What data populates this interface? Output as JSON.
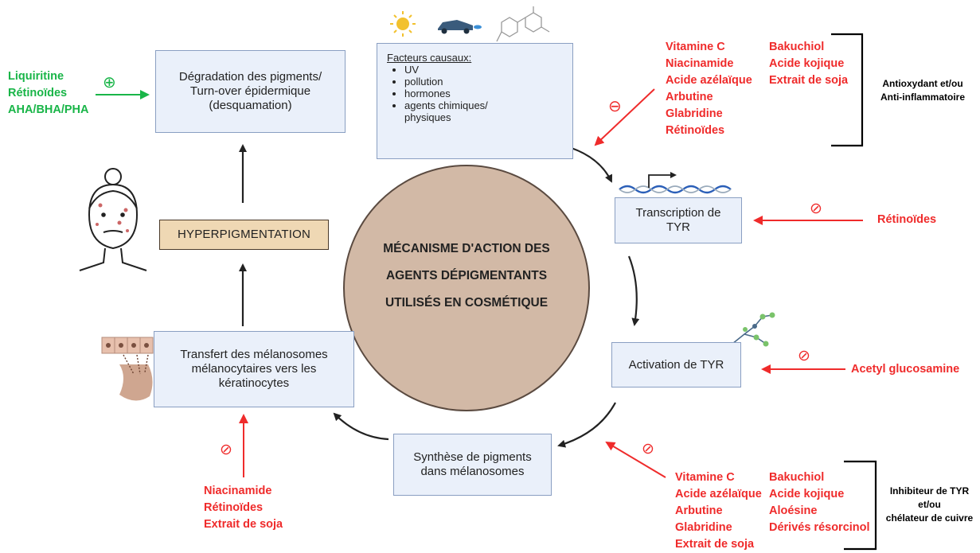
{
  "center": {
    "line1": "MÉCANISME D'ACTION DES",
    "line2": "AGENTS DÉPIGMENTANTS",
    "line3": "UTILISÉS EN COSMÉTIQUE"
  },
  "boxes": {
    "degradation": [
      "Dégradation des pigments/",
      "Turn-over épidermique",
      "(desquamation)"
    ],
    "hyperpigmentation": "HYPERPIGMENTATION",
    "transfert": [
      "Transfert des mélanosomes",
      "mélanocytaires vers les",
      "kératinocytes"
    ],
    "synthese": [
      "Synthèse de pigments",
      "dans mélanosomes"
    ],
    "activation": "Activation de TYR",
    "transcription": [
      "Transcription de",
      "TYR"
    ]
  },
  "facteurs": {
    "title": "Facteurs causaux:",
    "items": [
      "UV",
      "pollution",
      "hormones",
      "agents chimiques/",
      "physiques"
    ]
  },
  "top_right_agents": {
    "col1": [
      "Vitamine C",
      "Niacinamide",
      "Acide azélaïque",
      "Arbutine",
      "Glabridine",
      "Rétinoïdes"
    ],
    "col2": [
      "Bakuchiol",
      "Acide kojique",
      "Extrait de soja"
    ]
  },
  "category_top": [
    "Antioxydant et/ou",
    "Anti-inflammatoire"
  ],
  "transcription_agent": "Rétinoïdes",
  "activation_agent": "Acetyl glucosamine",
  "bottom_right_agents": {
    "col1": [
      "Vitamine C",
      "Acide azélaïque",
      "Arbutine",
      "Glabridine",
      "Extrait de soja"
    ],
    "col2": [
      "Bakuchiol",
      "Acide kojique",
      "Aloésine",
      "Dérivés résorcinol"
    ]
  },
  "category_bottom": [
    "Inhibiteur de TYR",
    "et/ou",
    "chélateur de cuivre"
  ],
  "bottom_left_agents": [
    "Niacinamide",
    "Rétinoïdes",
    "Extrait de soja"
  ],
  "green_agents": [
    "Liquiritine",
    "Rétinoïdes",
    "AHA/BHA/PHA"
  ],
  "symbols": {
    "plus": "⊕",
    "minus": "⊖",
    "inhibit": "⊘"
  },
  "colors": {
    "red": "#ef2b2b",
    "green": "#19b548",
    "box_fill": "#eaf0fa",
    "box_border": "#8a9fc2",
    "circle": "#d2b9a6",
    "hyper_fill": "#efd8b4"
  }
}
